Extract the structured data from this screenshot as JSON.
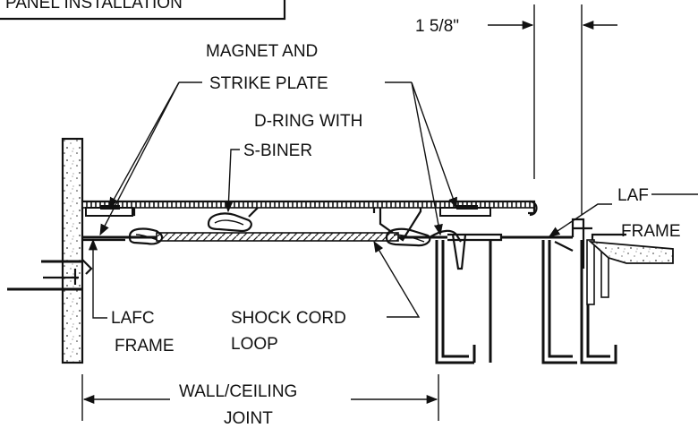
{
  "diagram": {
    "header_label": "PANEL INSTALLATION",
    "dimension": "1 5/8\"",
    "labels": {
      "magnet_line1": "MAGNET AND",
      "magnet_line2": "STRIKE PLATE",
      "dring_line1": "D-RING WITH",
      "dring_line2": "S-BINER",
      "laf_line1": "LAF",
      "laf_line2": "FRAME",
      "lafc_line1": "LAFC",
      "lafc_line2": "FRAME",
      "shock_line1": "SHOCK CORD",
      "shock_line2": "LOOP",
      "wall_line1": "WALL/CEILING",
      "wall_line2": "JOINT"
    }
  }
}
